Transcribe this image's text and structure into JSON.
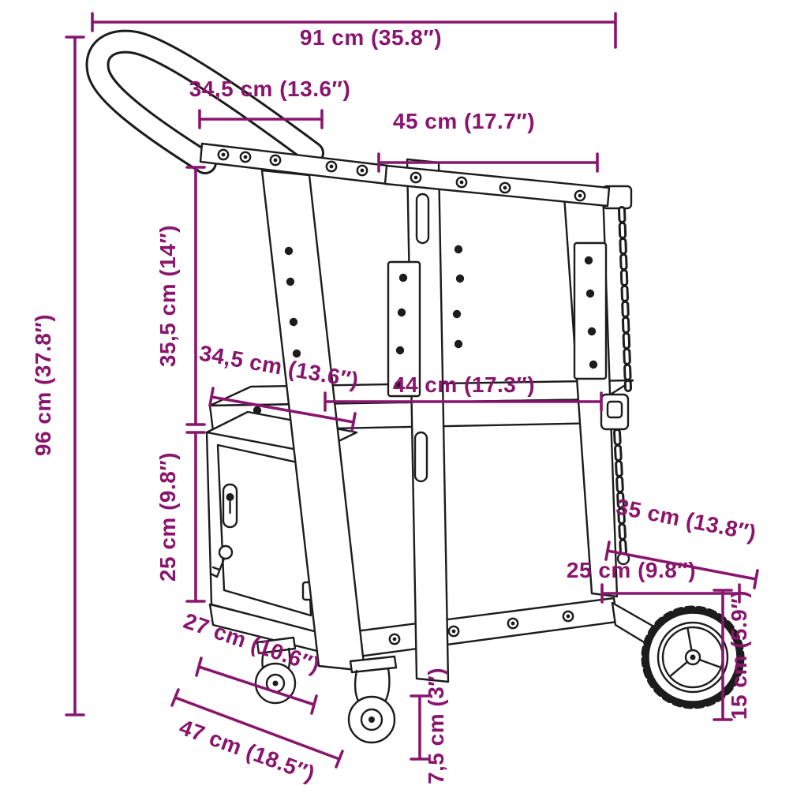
{
  "diagram": {
    "subject": "welding-cart-trolley-dimension-drawing",
    "colors": {
      "dimension": "#8A156D",
      "drawing": "#1C1C1C",
      "background": "#FFFFFF"
    },
    "dimensions": {
      "total_width": "91 cm (35.8″)",
      "handle_depth": "34,5 cm (13.6″)",
      "top_shelf_length": "45 cm (17.7″)",
      "total_height": "96 cm (37.8″)",
      "upper_frame_height": "35,5 cm (14″)",
      "shelf_depth": "34,5 cm (13.6″)",
      "middle_shelf_length": "44 cm (17.3″)",
      "cabinet_height": "25 cm (9.8″)",
      "rear_platform_depth": "35 cm (13.8″)",
      "rear_platform_width": "25 cm (9.8″)",
      "rear_wheel_height": "15 cm (5.9″)",
      "cabinet_width": "27 cm (10.6″)",
      "base_depth": "47 cm (18.5″)",
      "caster_height": "7,5 cm (3″)"
    }
  }
}
